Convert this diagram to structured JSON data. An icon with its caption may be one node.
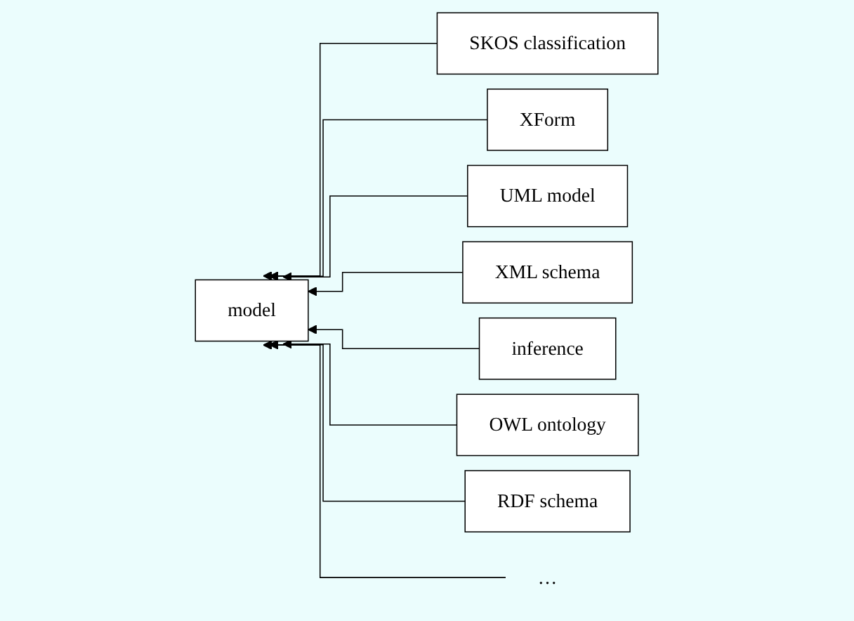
{
  "diagram": {
    "nodes": [
      {
        "text": [
          "model"
        ]
      },
      {
        "text": [
          "SKOS classification"
        ]
      },
      {
        "text": [
          "XForm"
        ]
      },
      {
        "text": [
          "UML model"
        ]
      },
      {
        "text": [
          "XML schema"
        ]
      },
      {
        "text": [
          "inference"
        ]
      },
      {
        "text": [
          "OWL ontology"
        ]
      },
      {
        "text": [
          "RDF schema"
        ]
      },
      {
        "text": [
          "…"
        ]
      }
    ],
    "edges": [
      {
        "from": 1,
        "to": 0,
        "arrow": "to"
      },
      {
        "from": 2,
        "to": 0,
        "arrow": "to"
      },
      {
        "from": 3,
        "to": 0,
        "arrow": "to"
      },
      {
        "from": 4,
        "to": 0,
        "arrow": "to"
      },
      {
        "from": 5,
        "to": 0,
        "arrow": "to"
      },
      {
        "from": 6,
        "to": 0,
        "arrow": "to"
      },
      {
        "from": 7,
        "to": 0,
        "arrow": "to"
      },
      {
        "from": 8,
        "to": 0,
        "arrow": "to"
      }
    ]
  }
}
